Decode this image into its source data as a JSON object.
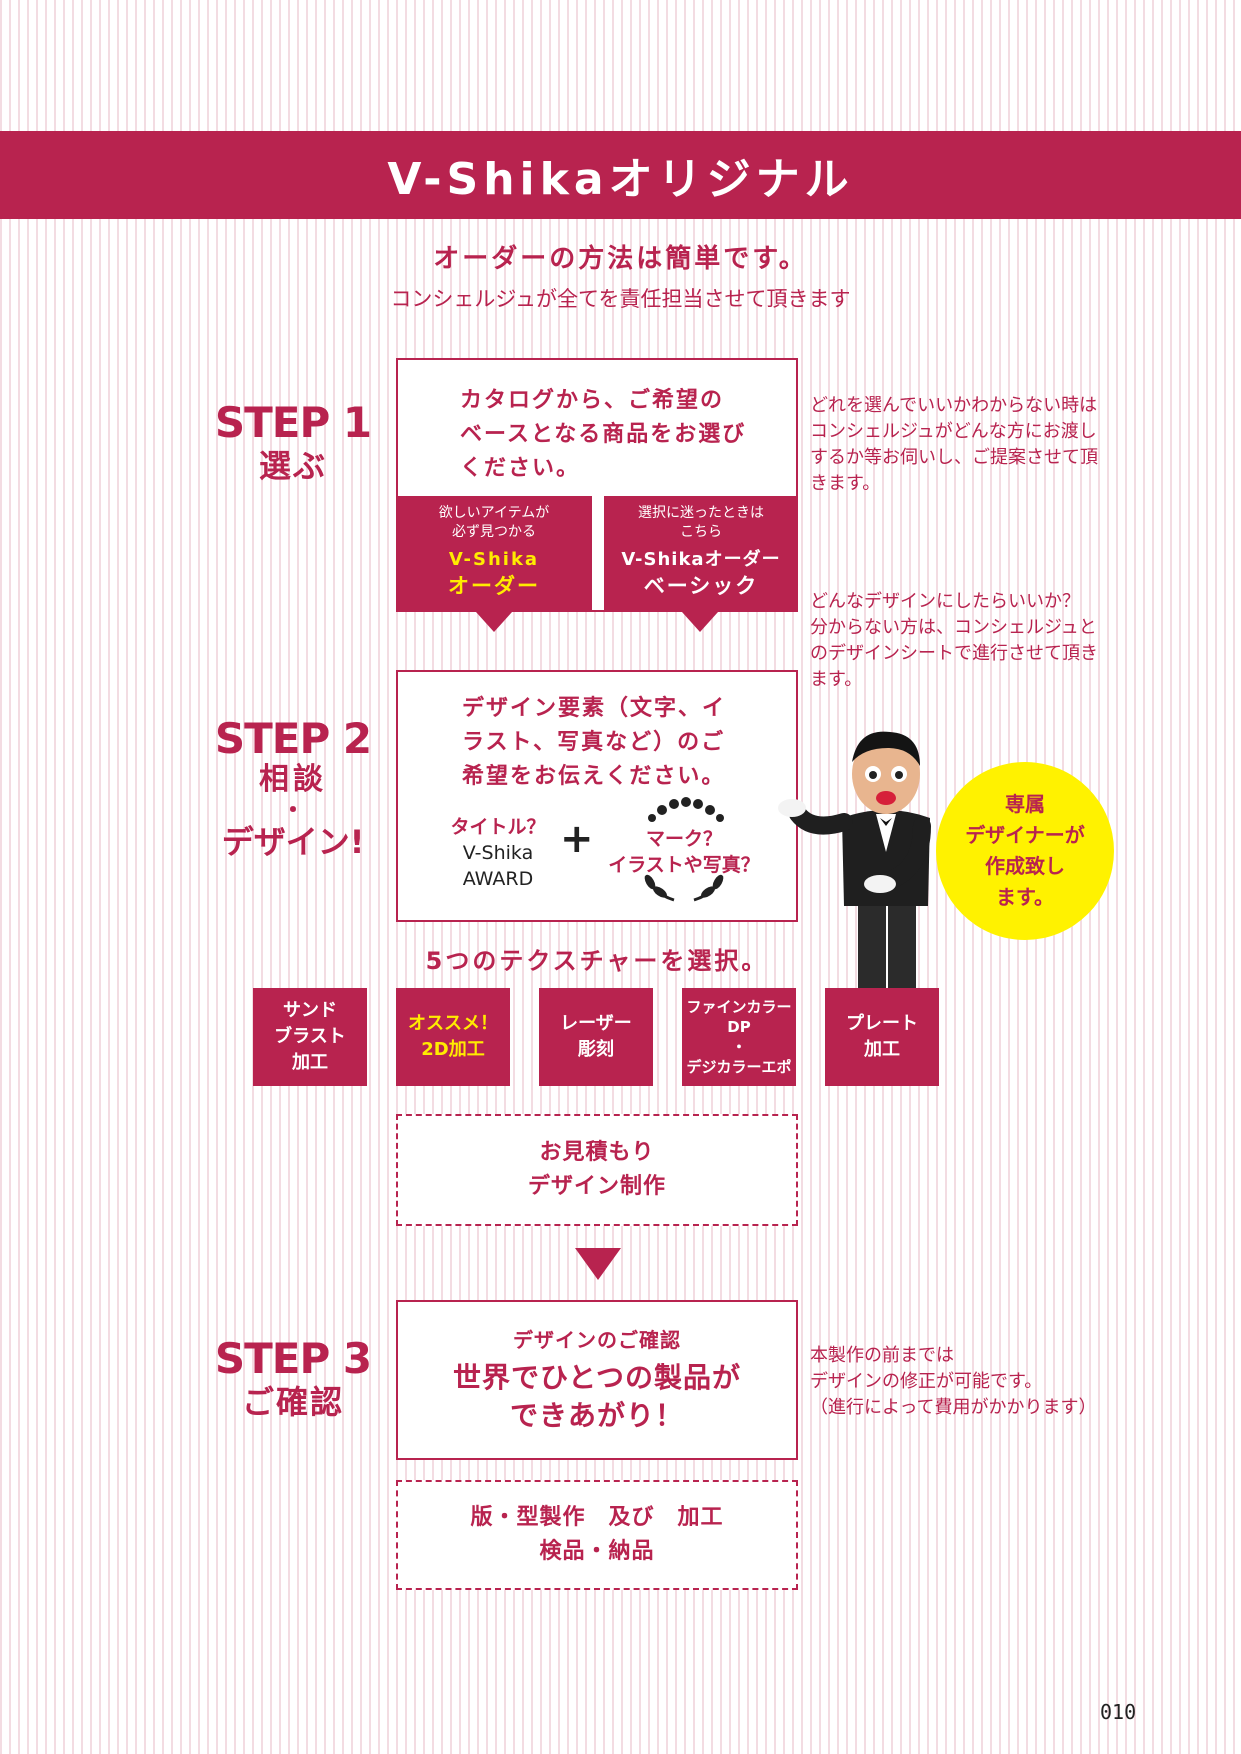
{
  "banner": {
    "title": "V-Shikaオリジナル"
  },
  "intro": {
    "headline": "オーダーの方法は簡単です。",
    "subline": "コンシェルジュが全てを責任担当させて頂きます"
  },
  "step1": {
    "number": "STEP 1",
    "name": "選ぶ",
    "box_lines": [
      "カタログから、ご希望の",
      "ベースとなる商品をお選び",
      "ください。"
    ],
    "option_a": {
      "caption_lines": [
        "欲しいアイテムが",
        "必ず見つかる"
      ],
      "line1": "V-Shika",
      "line2": "オーダー"
    },
    "option_b": {
      "caption_lines": [
        "選択に迷ったときは",
        "こちら"
      ],
      "line1": "V-Shikaオーダー",
      "line2": "ベーシック"
    },
    "note_lines": [
      "どれを選んでいいかわからない時は",
      "コンシェルジュがどんな方にお渡し",
      "するか等お伺いし、ご提案させて頂",
      "きます。"
    ]
  },
  "step2": {
    "number": "STEP 2",
    "name_lines": [
      "相談",
      "・",
      "デザイン!"
    ],
    "box_lines": [
      "デザイン要素（文字、イ",
      "ラスト、写真など）のご",
      "希望をお伝えください。"
    ],
    "left_lines": [
      "タイトル？",
      "V-Shika",
      "AWARD"
    ],
    "plus": "+",
    "right_lines": [
      "マーク？",
      "イラストや写真？"
    ],
    "note_lines": [
      "どんなデザインにしたらいいか？",
      "分からない方は、コンシェルジュと",
      "のデザインシートで進行させて頂き",
      "ます。"
    ],
    "bubble_lines": [
      "専属",
      "デザイナーが",
      "作成致し",
      "ます。"
    ]
  },
  "texture": {
    "heading": "5つのテクスチャーを選択。",
    "items": [
      {
        "lines": [
          "サンド",
          "ブラスト",
          "加工"
        ]
      },
      {
        "lines": [
          "オススメ！",
          "2D加工"
        ]
      },
      {
        "lines": [
          "レーザー",
          "彫刻"
        ]
      },
      {
        "lines": [
          "ファインカラーDP",
          "・",
          "デジカラーエポ"
        ]
      },
      {
        "lines": [
          "プレート",
          "加工"
        ]
      }
    ]
  },
  "estimate": {
    "lines": [
      "お見積もり",
      "デザイン制作"
    ]
  },
  "step3": {
    "number": "STEP 3",
    "name": "ご確認",
    "box_small": "デザインのご確認",
    "box_big_lines": [
      "世界でひとつの製品が",
      "できあがり！"
    ],
    "note_lines": [
      "本製作の前までは",
      "デザインの修正が可能です。",
      "（進行によって費用がかかります）"
    ]
  },
  "production": {
    "lines": [
      "版・型製作　及び　加工",
      "検品・納品"
    ]
  },
  "page_number": "010",
  "colors": {
    "accent": "#b8234f",
    "highlight": "#ffec00",
    "bubble": "#fff200"
  }
}
